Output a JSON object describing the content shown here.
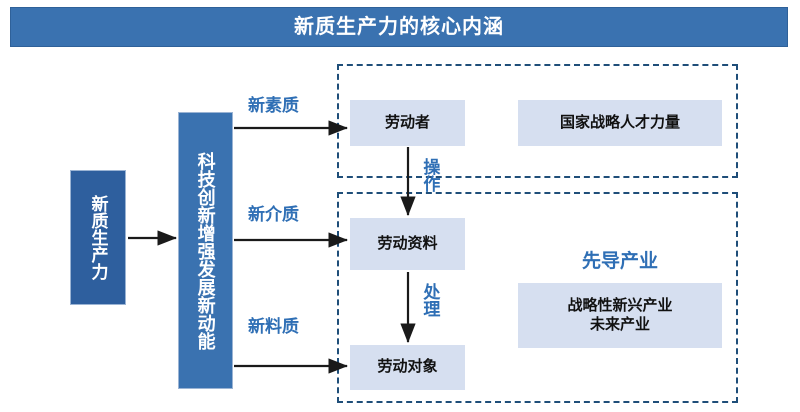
{
  "title": {
    "text": "新质生产力的核心内涵",
    "background_color": "#3a72b0",
    "text_color": "#ffffff"
  },
  "pillars": [
    {
      "id": "core",
      "label": "新质生产力",
      "color": "#2e5f9e"
    },
    {
      "id": "driver",
      "label": "科技创新增强发展新动能",
      "color": "#3a72b0"
    }
  ],
  "flow_labels": {
    "new_quality": "新素质",
    "new_medium": "新介质",
    "new_material": "新料质",
    "operate": "操作",
    "process": "处理"
  },
  "groups": {
    "upper": {
      "boxes": [
        {
          "id": "worker",
          "label": "劳动者"
        },
        {
          "id": "talent",
          "label": "国家战略人才力量"
        }
      ]
    },
    "lower": {
      "heading": "先导产业",
      "boxes": [
        {
          "id": "means",
          "label": "劳动资料"
        },
        {
          "id": "object",
          "label": "劳动对象"
        },
        {
          "id": "industry",
          "line1": "战略性新兴产业",
          "line2": "未来产业"
        }
      ]
    }
  },
  "colors": {
    "accent_blue": "#2f6fb5",
    "dark_blue": "#1f4e79",
    "light_box": "#d6dff0",
    "arrow_black": "#1a1a1a"
  }
}
